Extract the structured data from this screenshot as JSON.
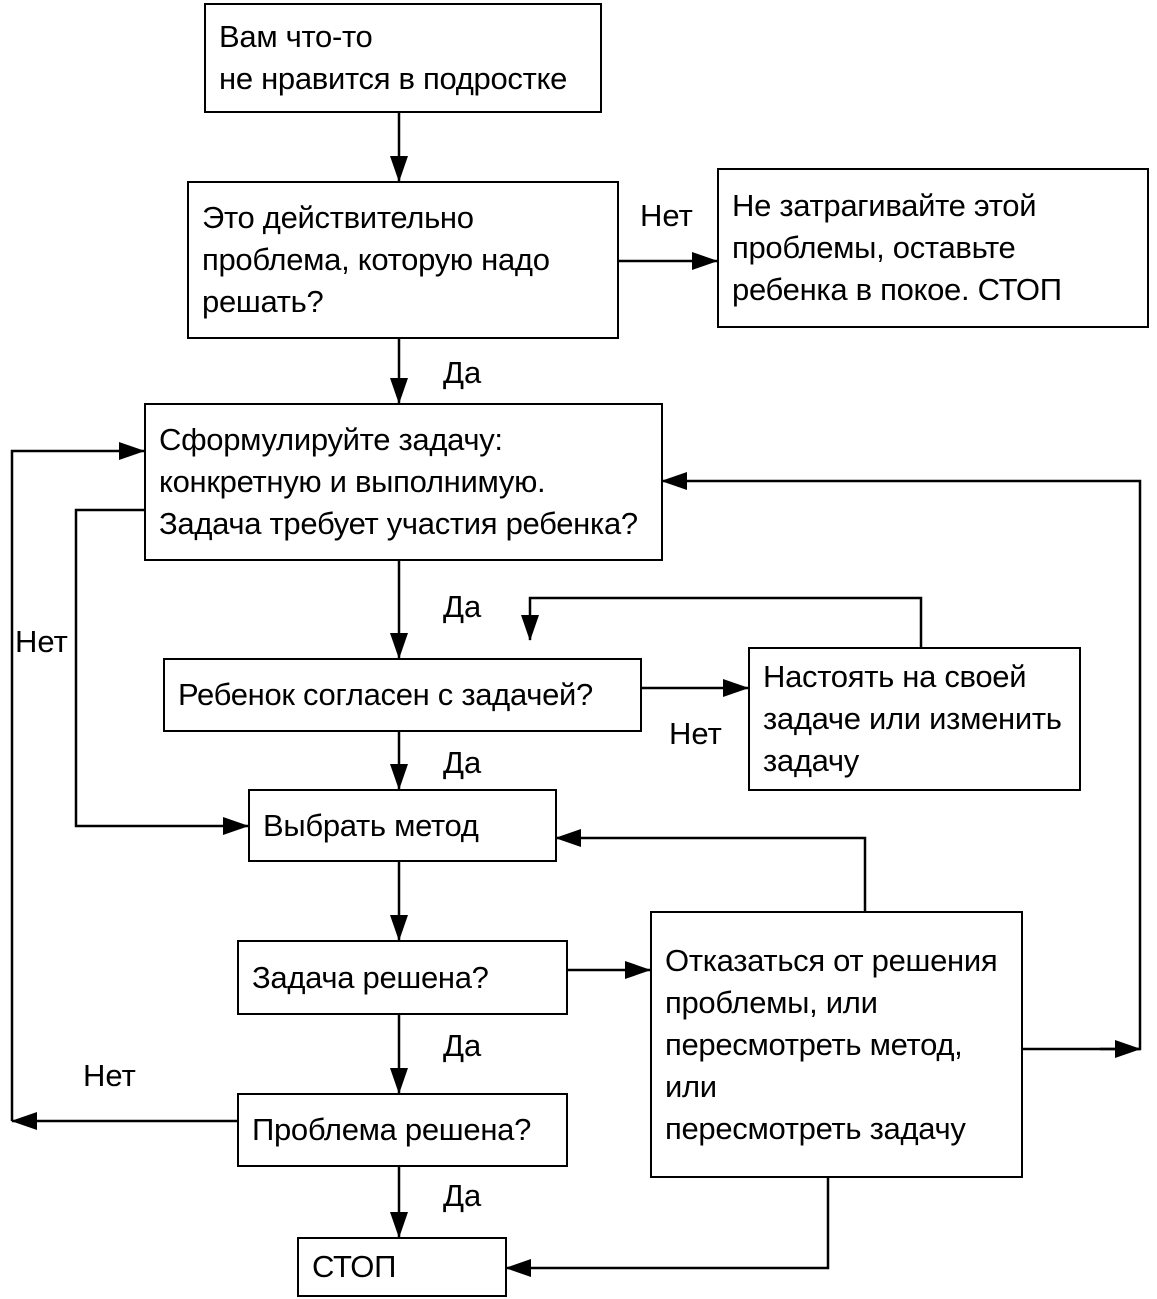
{
  "boxes": {
    "start": [
      "Вам что-то",
      "не нравится в подростке"
    ],
    "is_problem": [
      "Это действительно",
      "проблема, которую надо",
      "решать?"
    ],
    "leave_alone": [
      "Не затрагивайте этой",
      "проблемы, оставьте",
      "ребенка в покое. СТОП"
    ],
    "formulate": [
      "Сформулируйте задачу:",
      "конкретную и выполнимую.",
      "Задача требует участия ребенка?"
    ],
    "agrees": [
      "Ребенок согласен с задачей?"
    ],
    "insist": [
      "Настоять на своей",
      "задаче или изменить",
      "задачу"
    ],
    "choose_method": [
      "Выбрать метод"
    ],
    "task_solved": [
      "Задача решена?"
    ],
    "give_up": [
      "Отказаться от решения",
      "проблемы, или",
      "пересмотреть метод,",
      "или",
      "пересмотреть задачу"
    ],
    "problem_solved": [
      "Проблема решена?"
    ],
    "stop": [
      "СТОП"
    ]
  },
  "labels": {
    "no_is_problem": "Нет",
    "yes_is_problem": "Да",
    "yes_formulate": "Да",
    "no_formulate": "Нет",
    "no_agrees": "Нет",
    "yes_agrees": "Да",
    "yes_task_solved": "Да",
    "no_problem_solved": "Нет",
    "yes_problem_solved": "Да"
  }
}
